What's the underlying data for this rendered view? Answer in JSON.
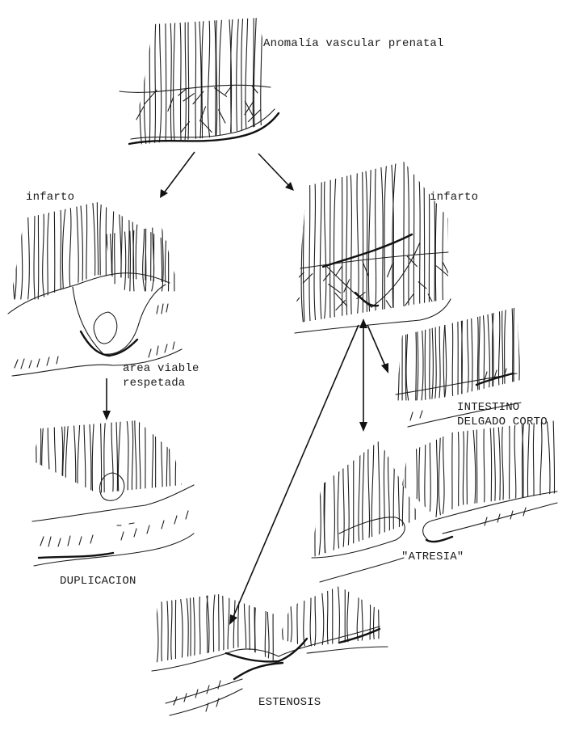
{
  "labels": {
    "title": "Anomalía vascular prenatal",
    "infarct_left": "infarto",
    "infarct_right": "infarto",
    "viable_area_line1": "area viable",
    "viable_area_line2": "respetada",
    "short_bowel_line1": "INTESTINO",
    "short_bowel_line2": "DELGADO CORTO",
    "atresia": "\"ATRESIA\"",
    "duplication": "DUPLICACION",
    "stenosis": "ESTENOSIS"
  },
  "colors": {
    "ink": "#111111",
    "paper": "#ffffff"
  }
}
